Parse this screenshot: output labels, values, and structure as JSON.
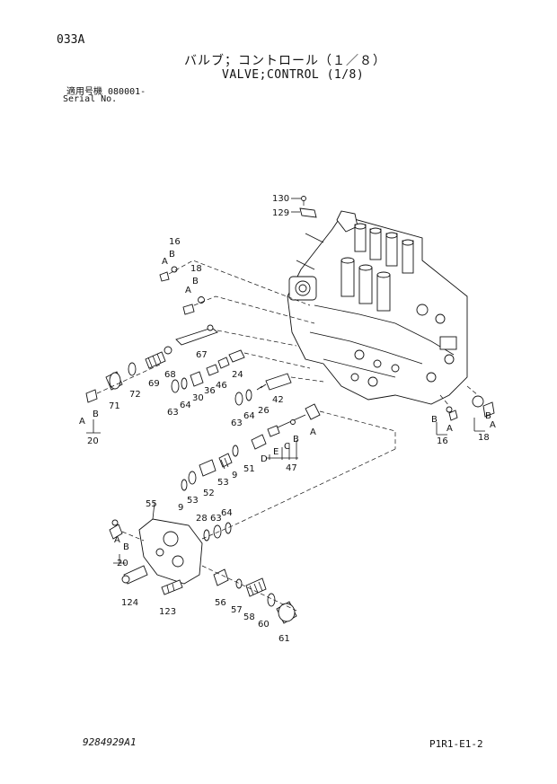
{
  "header": {
    "page_code": "033A",
    "title_jp": "バルブ；コントロール（１／８）",
    "title_en": "VALVE;CONTROL (1/8)",
    "serial_label_jp": "適用号機 080001-",
    "serial_label_en": "Serial No."
  },
  "footer": {
    "doc_number": "9284929A1",
    "page_ref": "P1R1-E1-2"
  },
  "callouts": {
    "c130": "130",
    "c129": "129",
    "c16a": "16",
    "c18a": "18",
    "cA1": "A",
    "cB1": "B",
    "cA2": "A",
    "cB2": "B",
    "c67": "67",
    "c69": "69",
    "c72": "72",
    "c71": "71",
    "c68": "68",
    "c24": "24",
    "c36": "36",
    "c30": "30",
    "c46": "46",
    "c64a": "64",
    "c63a": "63",
    "c20a": "20",
    "cA3": "A",
    "cB3": "B",
    "c42": "42",
    "c26": "26",
    "c64b": "64",
    "c63b": "63",
    "cB4": "B",
    "cA4": "A",
    "c16b": "16",
    "cA5": "A",
    "cB5": "B",
    "c18b": "18",
    "cA6": "A",
    "cB6": "B",
    "cC": "C",
    "cE": "E",
    "cD": "D",
    "c47": "47",
    "c51": "51",
    "c9a": "9",
    "c52": "52",
    "c53a": "53",
    "c53b": "53",
    "c9b": "9",
    "c55": "55",
    "c28": "28",
    "c63c": "63",
    "c64c": "64",
    "cA7": "A",
    "cB7": "B",
    "c20b": "20",
    "c124": "124",
    "c123": "123",
    "c56": "56",
    "c57": "57",
    "c58": "58",
    "c60": "60",
    "c61": "61"
  }
}
